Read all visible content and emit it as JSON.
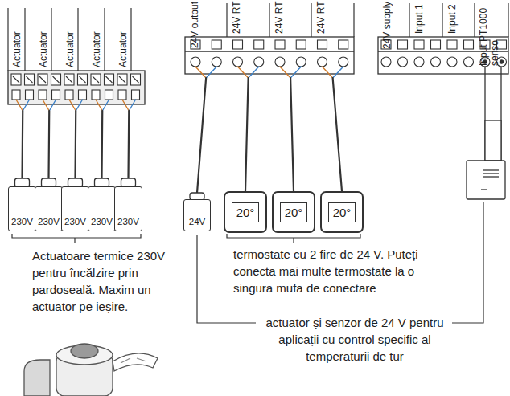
{
  "diagram": {
    "nodes": [
      {
        "text": [
          "230V"
        ]
      },
      {
        "text": [
          "230V"
        ]
      },
      {
        "text": [
          "230V"
        ]
      },
      {
        "text": [
          "230V"
        ]
      },
      {
        "text": [
          "230V"
        ]
      },
      {
        "text": [
          "24V"
        ]
      },
      {
        "text": [
          "20°"
        ]
      },
      {
        "text": [
          "20°"
        ]
      },
      {
        "text": [
          "20°"
        ]
      }
    ],
    "labels": [
      "Actuator",
      "Actuator",
      "Actuator",
      "Actuator",
      "Actuator",
      "24V output",
      "24V RT",
      "24V RT",
      "24V RT",
      "24V supply",
      "Input 1",
      "Input 2",
      "Input PT1000 senso",
      "Actuatoare termice 230V pentru încălzire prin pardoseală. Maxim un actuator pe ieșire.",
      "termostate cu 2 fire de 24 V. Puteți conecta mai multe termostate la o singura mufa de conectare",
      "actuator și senzor de 24 V pentru aplicații cu control specific al temperaturii de tur"
    ]
  }
}
